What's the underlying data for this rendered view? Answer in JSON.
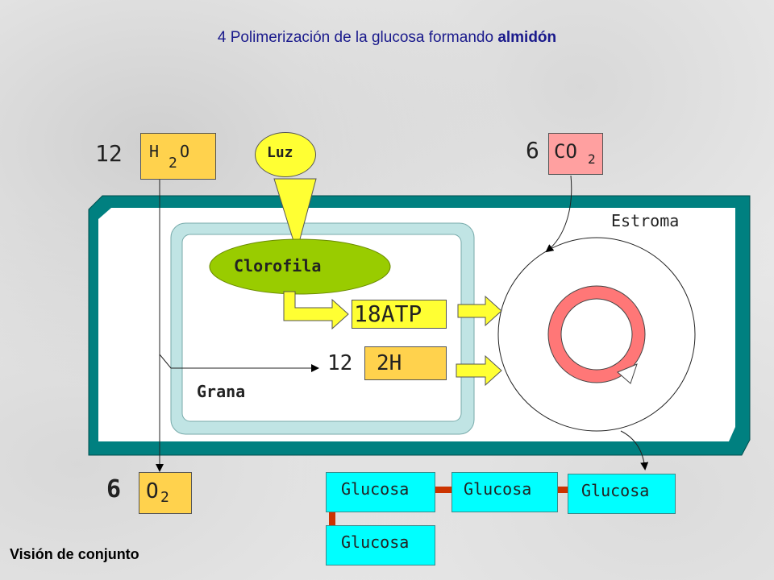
{
  "title": {
    "prefix": "4 Polimerización  de la glucosa formando ",
    "emphasis": "almidón"
  },
  "footer": "Visión de conjunto",
  "inputs": {
    "water": {
      "coef": "12",
      "formula_main": "H",
      "formula_sub": "2",
      "formula_tail": "O"
    },
    "light": "Luz",
    "co2": {
      "coef": "6",
      "formula_main": "CO",
      "formula_sub": "2"
    }
  },
  "chloroplast": {
    "stroma_label": "Estroma",
    "grana_label": "Grana",
    "chlorophyll_label": "Clorofila"
  },
  "products": {
    "atp": "18ATP",
    "h_coef": "12",
    "h_label": "2H",
    "o2": {
      "coef": "6",
      "formula_main": "O",
      "formula_sub": "2"
    }
  },
  "glucose": [
    "Glucosa",
    "Glucosa",
    "Glucosa",
    "Glucosa"
  ],
  "colors": {
    "chloroplast_outer": "#008080",
    "grana": "#c0e4e4",
    "chlorophyll": "#99cc00",
    "yellow": "#ffd24d",
    "pink": "#ffa0a0",
    "cycle": "#ff7777",
    "glucose": "#00ffff",
    "link": "#cc3300",
    "title_text": "#1a1a8c"
  }
}
